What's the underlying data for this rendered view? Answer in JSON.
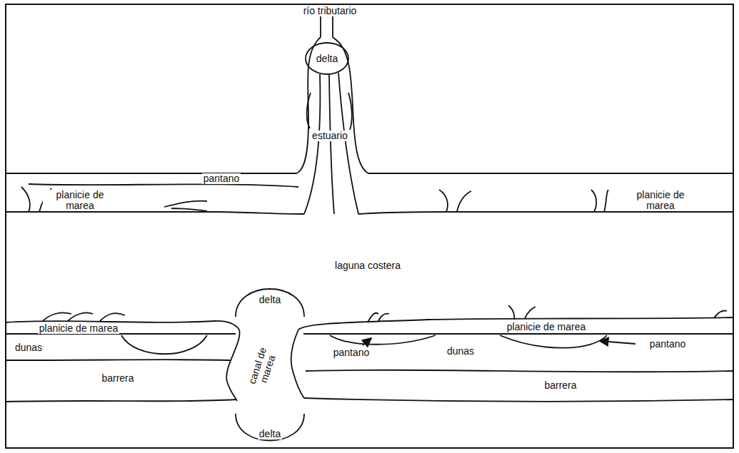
{
  "diagram": {
    "labels": [
      "río tributario",
      "delta",
      "estuario",
      "pantano",
      "planicie de marea",
      "planicie de marea",
      "laguna costera",
      "delta",
      "planicie de marea",
      "planicie de marea",
      "dunas",
      "canal de marea",
      "pantano",
      "dunas",
      "pantano",
      "barrera",
      "barrera",
      "delta"
    ]
  }
}
